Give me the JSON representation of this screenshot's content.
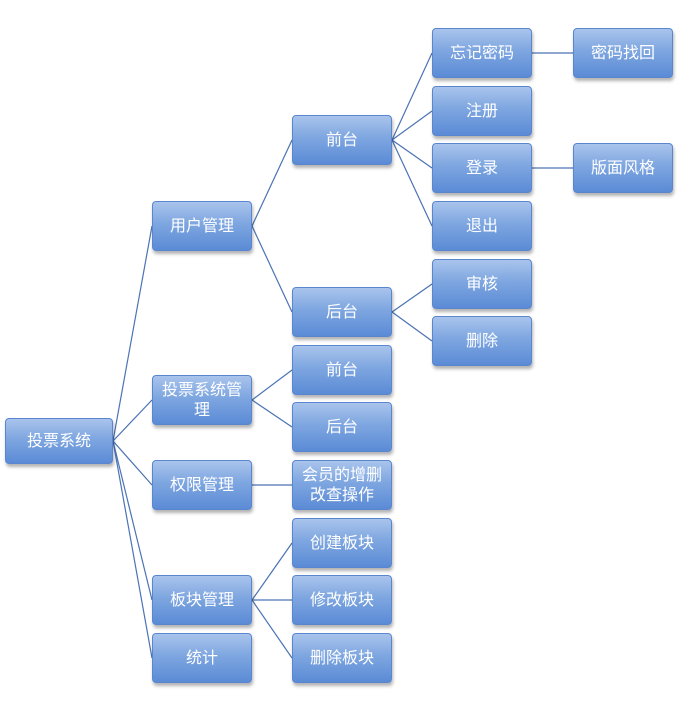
{
  "tree": {
    "root": "投票系统",
    "modules": {
      "user_management": {
        "label": "用户管理",
        "frontend": {
          "label": "前台",
          "forgot_password": "忘记密码",
          "password_recovery": "密码找回",
          "register": "注册",
          "login": "登录",
          "page_style": "版面风格",
          "logout": "退出"
        },
        "backend": {
          "label": "后台",
          "review": "审核",
          "delete": "删除"
        }
      },
      "vote_system_management": {
        "label": "投票系统管理",
        "frontend": "前台",
        "backend": "后台"
      },
      "permission_management": {
        "label": "权限管理",
        "member_crud": "会员的增删改查操作"
      },
      "board_management": {
        "label": "板块管理",
        "create_board": "创建板块",
        "edit_board": "修改板块",
        "delete_board": "删除板块"
      },
      "statistics": {
        "label": "统计"
      }
    }
  },
  "colors": {
    "node_top": "#a9c4ec",
    "node_bottom": "#5b8bd6",
    "node_border": "#5a86cf",
    "edge": "#4a73b5",
    "text": "#ffffff"
  }
}
